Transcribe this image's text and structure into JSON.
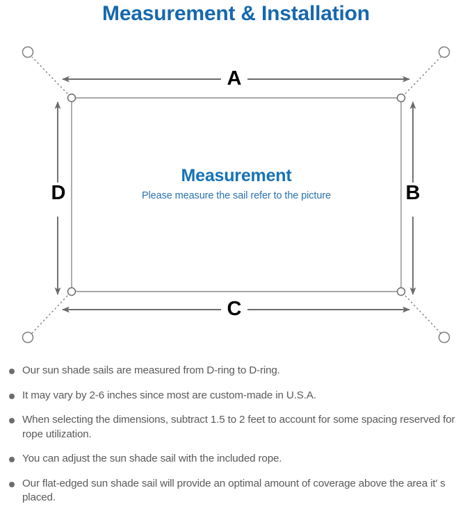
{
  "page": {
    "title": "Measurement & Installation",
    "title_color": "#1668ae",
    "background": "#ffffff"
  },
  "diagram": {
    "name": "sun-shade-sail-measurement-diagram",
    "sail_stroke": "#8b8b8d",
    "arrow_stroke": "#6b6b6d",
    "dotted_stroke": "#7d7d7f",
    "dimension_labels": [
      {
        "id": "A",
        "label": "A",
        "position": "top",
        "edge": "top-horizontal"
      },
      {
        "id": "B",
        "label": "B",
        "position": "right",
        "edge": "right-vertical"
      },
      {
        "id": "C",
        "label": "C",
        "position": "bottom",
        "edge": "bottom-horizontal"
      },
      {
        "id": "D",
        "label": "D",
        "position": "left",
        "edge": "left-vertical"
      }
    ],
    "center": {
      "heading": "Measurement",
      "heading_color": "#1572b8",
      "subtitle": "Please measure the sail refer to the picture",
      "subtitle_color": "#2a72ae"
    },
    "d_rings": [
      {
        "corner": "top-left"
      },
      {
        "corner": "top-right"
      },
      {
        "corner": "bottom-right"
      },
      {
        "corner": "bottom-left"
      }
    ],
    "anchor_points": [
      {
        "corner": "top-left"
      },
      {
        "corner": "top-right"
      },
      {
        "corner": "bottom-right"
      },
      {
        "corner": "bottom-left"
      }
    ]
  },
  "notes": {
    "bullet_color": "#6c6c6e",
    "text_color": "#59595b",
    "items": [
      "Our sun shade sails are measured from D-ring to D-ring.",
      "It may vary by 2-6 inches since most are custom-made in U.S.A.",
      "When selecting the dimensions, subtract 1.5 to 2 feet to account for some spacing reserved for rope utilization.",
      "You can adjust the sun shade sail with the included rope.",
      "Our flat-edged sun shade sail will provide an optimal amount of coverage above the area it′ s placed."
    ]
  }
}
